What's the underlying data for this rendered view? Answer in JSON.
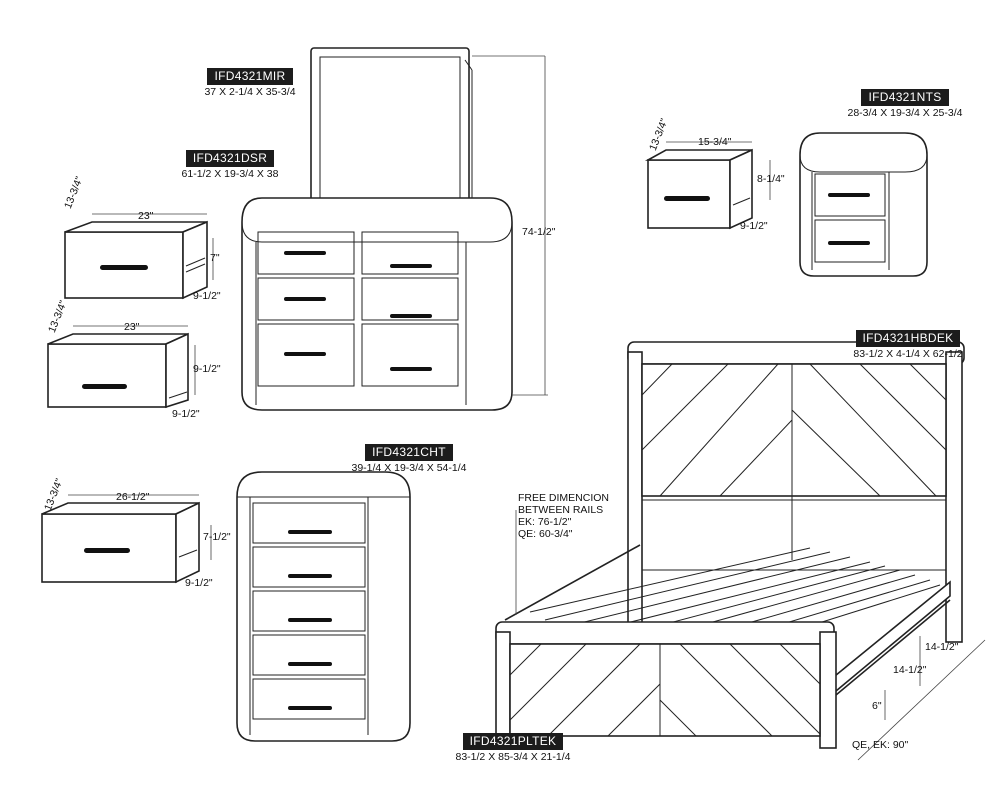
{
  "products": {
    "mirror": {
      "code": "IFD4321MIR",
      "dims": "37 X 2-1/4 X 35-3/4"
    },
    "dresser": {
      "code": "IFD4321DSR",
      "dims": "61-1/2 X 19-3/4 X 38"
    },
    "nightstand": {
      "code": "IFD4321NTS",
      "dims": "28-3/4 X 19-3/4 X 25-3/4"
    },
    "headboard": {
      "code": "IFD4321HBDEK",
      "dims": "83-1/2 X 4-1/4 X 62-1/2"
    },
    "chest": {
      "code": "IFD4321CHT",
      "dims": "39-1/4 X 19-3/4 X 54-1/4"
    },
    "platform": {
      "code": "IFD4321PLTEK",
      "dims": "83-1/2 X 85-3/4 X 21-1/4"
    }
  },
  "drawer_dims": {
    "dresser_small": {
      "depth": "13-3/4\"",
      "width": "23\"",
      "height": "7\"",
      "side": "9-1/2\""
    },
    "dresser_large": {
      "depth": "13-3/4\"",
      "width": "23\"",
      "height": "9-1/2\"",
      "side": "9-1/2\""
    },
    "nightstand": {
      "depth": "13-3/4\"",
      "width": "15-3/4\"",
      "height": "8-1/4\"",
      "side": "9-1/2\""
    },
    "chest": {
      "depth": "13-3/4\"",
      "width": "26-1/2\"",
      "height": "7-1/2\"",
      "side": "9-1/2\""
    }
  },
  "overall_height": "74-1/2\"",
  "bed": {
    "note_line1": "FREE DIMENCION",
    "note_line2": "BETWEEN RAILS",
    "note_ek": "EK: 76-1/2\"",
    "note_qe": "QE: 60-3/4\"",
    "dim_rail_a": "14-1/2\"",
    "dim_rail_b": "14-1/2\"",
    "dim_leg": "6\"",
    "dim_length": "QE, EK: 90\""
  }
}
